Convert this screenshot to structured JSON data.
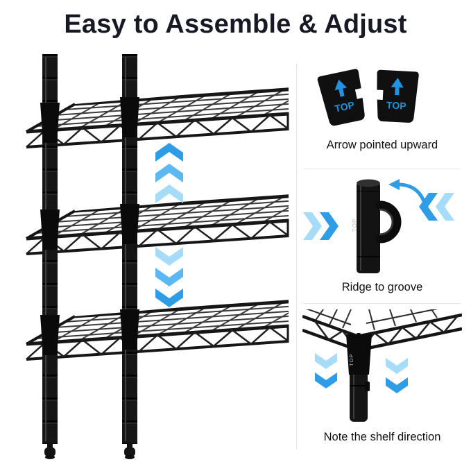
{
  "title": "Easy to Assemble & Adjust",
  "colors": {
    "accent_blue": "#2193E0",
    "mid_blue": "#5CB8F0",
    "light_blue": "#A6DCF8",
    "metal_black": "#141414",
    "title_color": "#191926",
    "caption_color": "#0f0f16",
    "divider": "#e4e4e4"
  },
  "icons": {
    "between_top_and_middle_shelf": "chevrons-up",
    "between_middle_and_bottom_shelf": "chevrons-down",
    "panel2_left": "chevrons-right",
    "panel2_right": "chevrons-left",
    "panel2_top": "curved-rotate-arrow",
    "panel3": "chevrons-down"
  },
  "panels": [
    {
      "caption": "Arrow pointed upward",
      "sleeve_labels": [
        "TOP",
        "TOP"
      ]
    },
    {
      "caption": "Ridge to groove",
      "pole_label": "TOP"
    },
    {
      "caption": "Note the shelf direction",
      "pole_label": "TOP"
    }
  ]
}
